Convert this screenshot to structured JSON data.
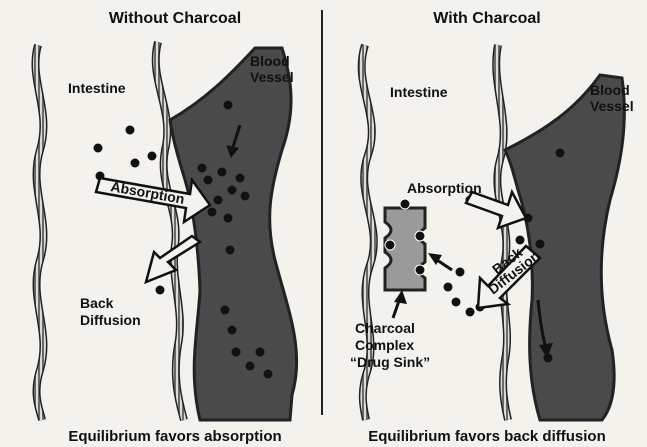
{
  "left": {
    "title": "Without Charcoal",
    "intestine": "Intestine",
    "blood_vessel": [
      "Blood",
      "Vessel"
    ],
    "absorption": "Absorption",
    "back_diffusion": [
      "Back",
      "Diffusion"
    ],
    "caption": "Equilibrium favors absorption"
  },
  "right": {
    "title": "With Charcoal",
    "intestine": "Intestine",
    "blood_vessel": [
      "Blood",
      "Vessel"
    ],
    "absorption": "Absorption",
    "back_diffusion": [
      "Back",
      "Diffusion"
    ],
    "charcoal": [
      "Charcoal",
      "Complex",
      "“Drug Sink”"
    ],
    "caption": "Equilibrium favors back diffusion"
  }
}
